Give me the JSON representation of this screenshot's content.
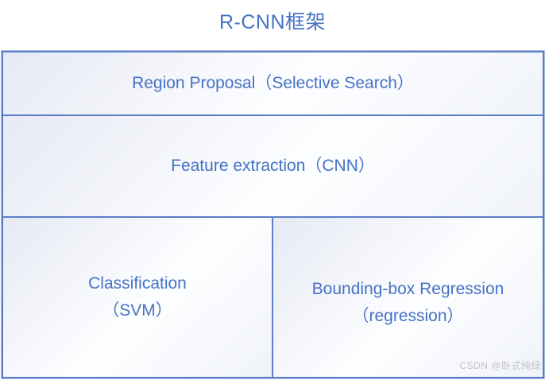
{
  "title": "R-CNN框架",
  "colors": {
    "accent_text": "#4472C4",
    "border": "#5B7EC9",
    "cell_gradient_start": "#E7EAF4",
    "cell_gradient_end": "#FDFEFF",
    "watermark": "#C3C4C8"
  },
  "diagram": {
    "region_proposal": {
      "label": "Region Proposal（Selective Search）"
    },
    "feature_extraction": {
      "label": "Feature extraction（CNN）"
    },
    "classification": {
      "line1": "Classification",
      "line2": "（SVM）"
    },
    "bbox_regression": {
      "line1": "Bounding-box Regression",
      "line2": "（regression）"
    }
  },
  "watermark": "CSDN @卧式纯绿"
}
